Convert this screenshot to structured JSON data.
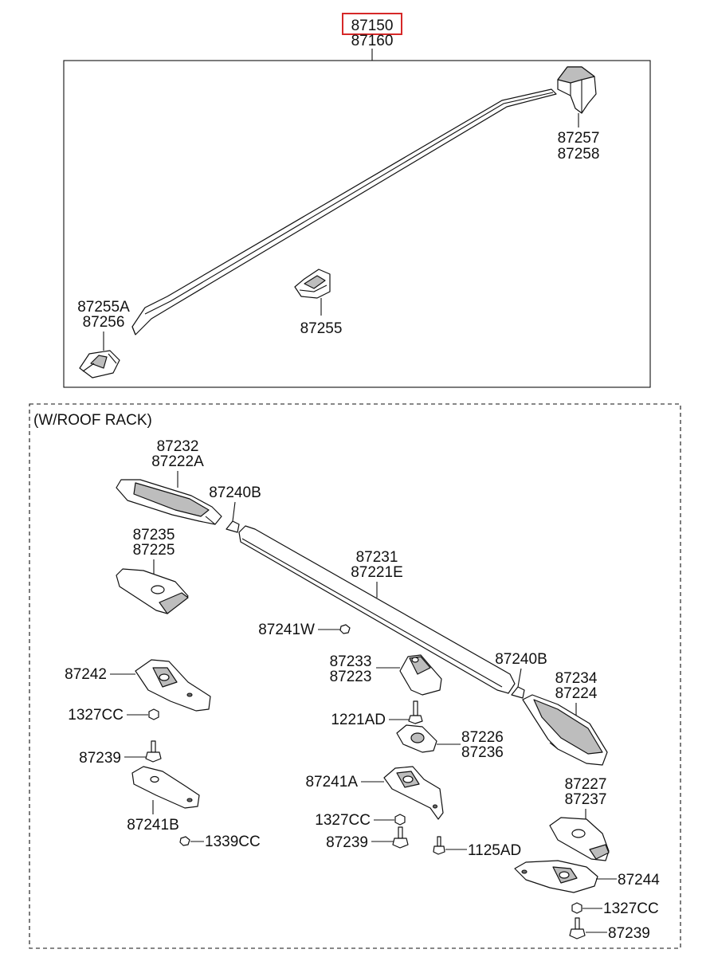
{
  "header": {
    "highlighted_part": "87150",
    "paired_part": "87160",
    "highlight_color": "#d62828"
  },
  "top_section": {
    "labels": {
      "rail_end_rear_a": "87257",
      "rail_end_rear_b": "87258",
      "front_clip_a": "87255A",
      "front_clip_b": "87256",
      "center_clip": "87255"
    }
  },
  "roof_rack_section": {
    "title": "(W/ROOF RACK)",
    "labels": {
      "front_cover_a": "87232",
      "front_cover_b": "87222A",
      "spacer_front": "87240B",
      "front_pad_a": "87235",
      "front_pad_b": "87225",
      "rail_a": "87231",
      "rail_b": "87221E",
      "nut_small": "87241W",
      "mid_cover_a": "87233",
      "mid_cover_b": "87223",
      "spacer_rear": "87240B",
      "rear_cover_a": "87234",
      "rear_cover_b": "87224",
      "bracket_left": "87242",
      "nut_left": "1327CC",
      "bolt_left": "87239",
      "plate_left": "87241B",
      "nut_bottom_left": "1339CC",
      "screw_mid": "1221AD",
      "mid_pad_a": "87226",
      "mid_pad_b": "87236",
      "bracket_mid": "87241A",
      "nut_mid": "1327CC",
      "bolt_mid": "87239",
      "screw_mid_low": "1125AD",
      "rear_pad_a": "87227",
      "rear_pad_b": "87237",
      "bracket_rear": "87244",
      "nut_rear": "1327CC",
      "bolt_rear": "87239"
    }
  }
}
